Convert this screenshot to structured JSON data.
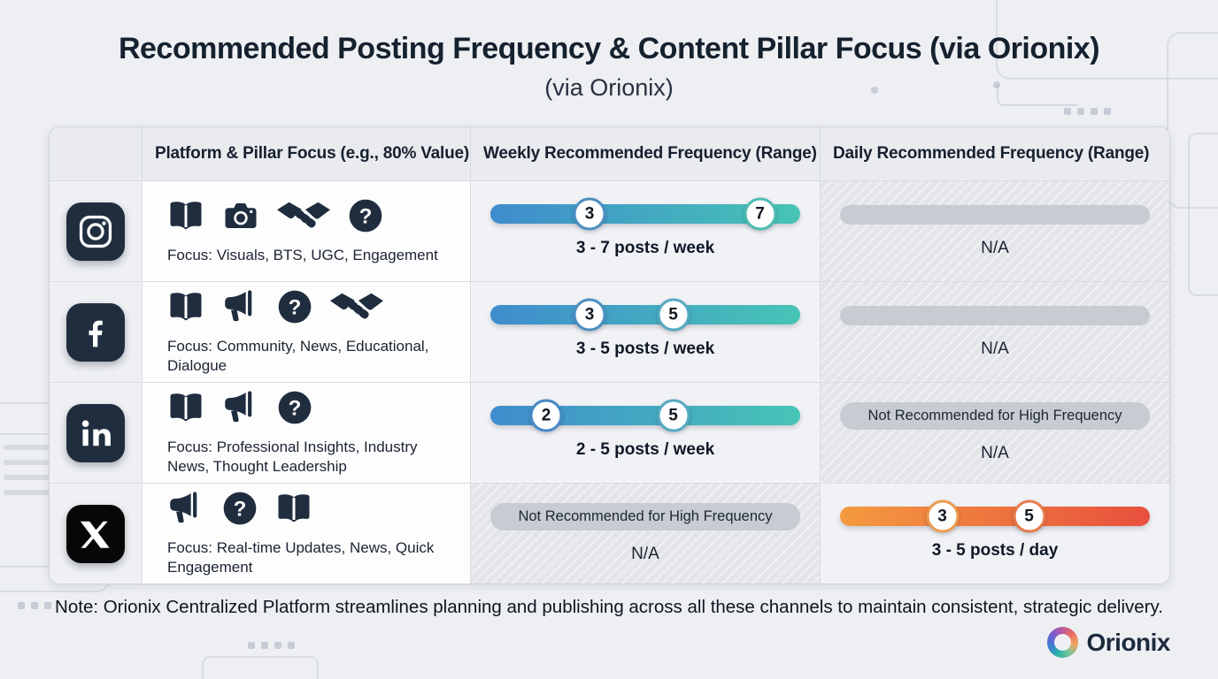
{
  "page": {
    "title": "Recommended Posting Frequency & Content Pillar Focus (via Orionix)",
    "subtitle": "(via Orionix)",
    "note": "Note: Orionix Centralized Platform streamlines planning and publishing across all these channels to maintain consistent, strategic delivery.",
    "brand": "Orionix"
  },
  "colors": {
    "background": "#edeff2",
    "navy": "#1f2d3f",
    "weekly_gradient": [
      "#3f8ccd",
      "#47c4b6"
    ],
    "daily_gradient": [
      "#f49a3f",
      "#e8503e"
    ],
    "na_pill": "#c7cbd2"
  },
  "table": {
    "headers": [
      "",
      "Platform & Pillar Focus (e.g., 80% Value)",
      "Weekly Recommended Frequency (Range)",
      "Daily Recommended Frequency (Range)"
    ],
    "na_label": "N/A",
    "rows": [
      {
        "platform": "Instagram",
        "platform_icon": "instagram-icon",
        "tile_color": "#1f2d3f",
        "pillar_icons": [
          "book-icon",
          "camera-icon",
          "handshake-icon",
          "question-icon"
        ],
        "focus": "Focus: Visuals, BTS, UGC, Engagement",
        "weekly": {
          "type": "slider",
          "palette": "weekly",
          "label": "3 - 7 posts / week",
          "handles": [
            {
              "value": "3",
              "pos": 32,
              "color": "#4a8fc2"
            },
            {
              "value": "7",
              "pos": 87,
              "color": "#4dbcb1"
            }
          ]
        },
        "daily": {
          "type": "na",
          "pill_text": ""
        }
      },
      {
        "platform": "Facebook",
        "platform_icon": "facebook-icon",
        "tile_color": "#1f2d3f",
        "pillar_icons": [
          "book-icon",
          "megaphone-icon",
          "question-icon",
          "handshake-icon"
        ],
        "focus": "Focus: Community, News, Educational, Dialogue",
        "weekly": {
          "type": "slider",
          "palette": "weekly",
          "label": "3 - 5 posts / week",
          "handles": [
            {
              "value": "3",
              "pos": 32,
              "color": "#4a8fc2"
            },
            {
              "value": "5",
              "pos": 59,
              "color": "#55a9c3"
            }
          ]
        },
        "daily": {
          "type": "na",
          "pill_text": ""
        }
      },
      {
        "platform": "LinkedIn",
        "platform_icon": "linkedin-icon",
        "tile_color": "#1f2d3f",
        "pillar_icons": [
          "book-icon",
          "megaphone-icon",
          "question-icon"
        ],
        "focus": "Focus: Professional Insights, Industry News, Thought Leadership",
        "weekly": {
          "type": "slider",
          "palette": "weekly",
          "label": "2 - 5 posts / week",
          "handles": [
            {
              "value": "2",
              "pos": 18,
              "color": "#4589c7"
            },
            {
              "value": "5",
              "pos": 59,
              "color": "#55a9c3"
            }
          ]
        },
        "daily": {
          "type": "na",
          "pill_text": "Not Recommended for High Frequency"
        }
      },
      {
        "platform": "X",
        "platform_icon": "x-icon",
        "tile_color": "#070707",
        "pillar_icons": [
          "megaphone-icon",
          "question-icon",
          "book-icon"
        ],
        "focus": "Focus: Real-time Updates, News, Quick Engagement",
        "weekly": {
          "type": "na",
          "pill_text": "Not Recommended for High Frequency"
        },
        "daily": {
          "type": "slider",
          "palette": "daily",
          "label": "3 - 5 posts / day",
          "handles": [
            {
              "value": "3",
              "pos": 33,
              "color": "#eb9a4d"
            },
            {
              "value": "5",
              "pos": 61,
              "color": "#e77a4a"
            }
          ]
        }
      }
    ]
  },
  "chart_data": {
    "type": "table",
    "title": "Recommended Posting Frequency & Content Pillar Focus (via Orionix)",
    "columns": [
      "Platform",
      "Pillar Focus",
      "Weekly Recommended Frequency (Range)",
      "Daily Recommended Frequency (Range)"
    ],
    "rows": [
      {
        "platform": "Instagram",
        "focus": "Visuals, BTS, UGC, Engagement",
        "weekly_min": 3,
        "weekly_max": 7,
        "weekly_label": "3 - 7 posts / week",
        "daily_label": "N/A"
      },
      {
        "platform": "Facebook",
        "focus": "Community, News, Educational, Dialogue",
        "weekly_min": 3,
        "weekly_max": 5,
        "weekly_label": "3 - 5 posts / week",
        "daily_label": "N/A"
      },
      {
        "platform": "LinkedIn",
        "focus": "Professional Insights, Industry News, Thought Leadership",
        "weekly_min": 2,
        "weekly_max": 5,
        "weekly_label": "2 - 5 posts / week",
        "daily_label": "Not Recommended for High Frequency / N/A"
      },
      {
        "platform": "X",
        "focus": "Real-time Updates, News, Quick Engagement",
        "weekly_label": "Not Recommended for High Frequency / N/A",
        "daily_min": 3,
        "daily_max": 5,
        "daily_label": "3 - 5 posts / day"
      }
    ]
  }
}
